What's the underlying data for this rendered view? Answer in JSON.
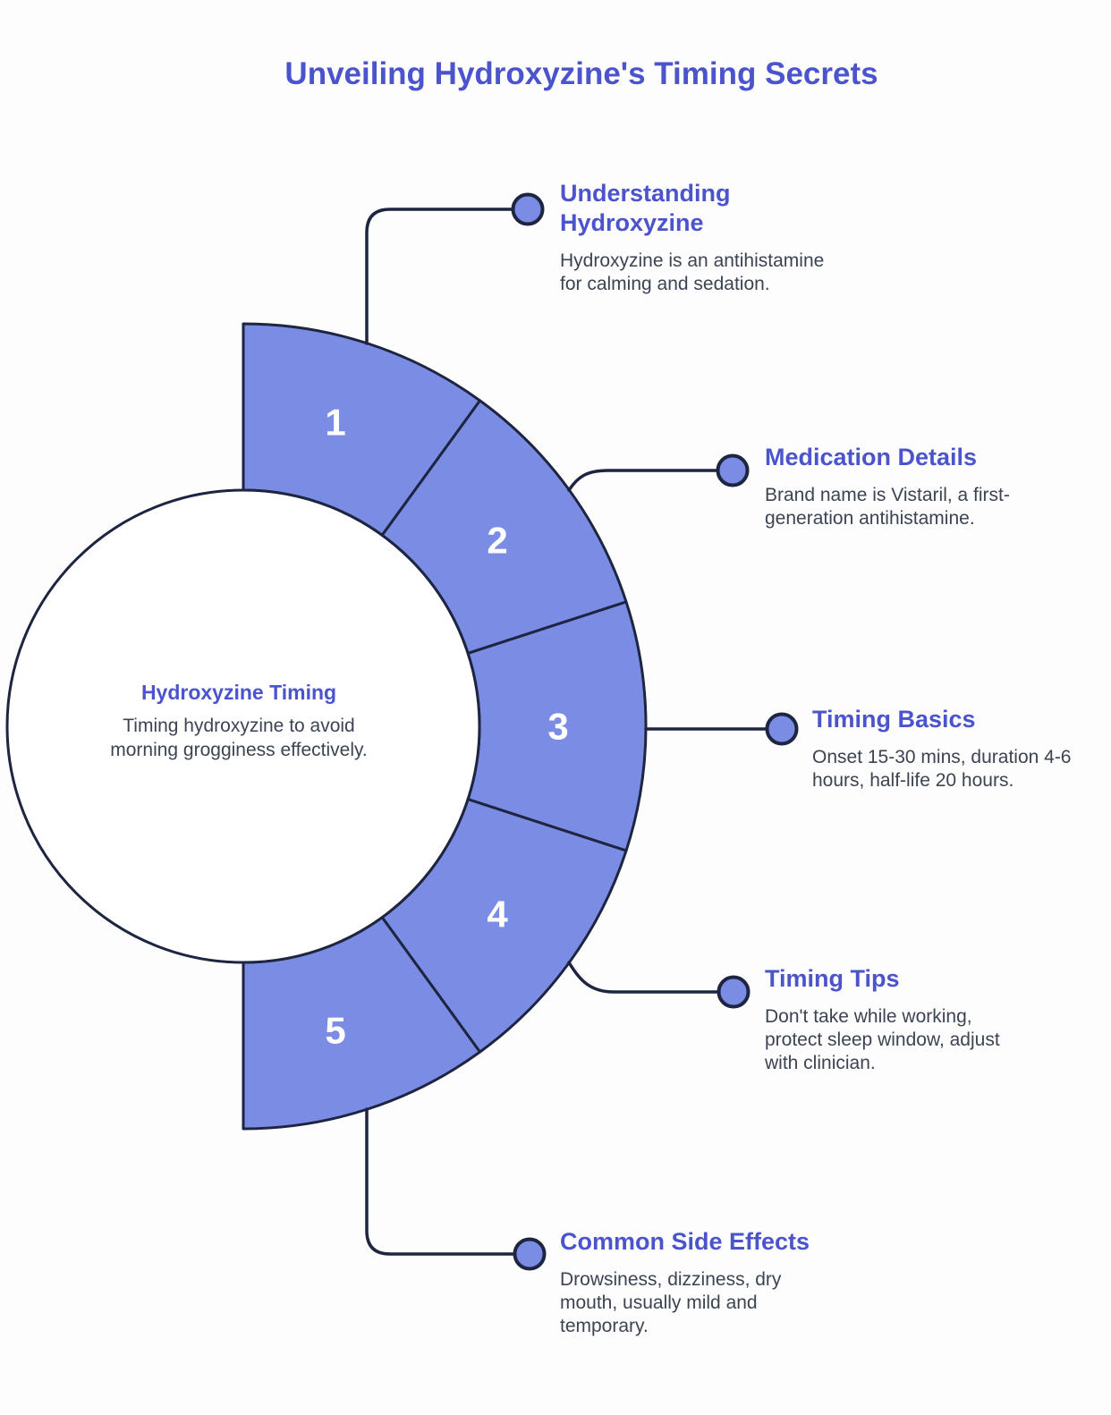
{
  "title": "Unveiling Hydroxyzine's Timing Secrets",
  "center": {
    "heading": "Hydroxyzine Timing",
    "body": "Timing hydroxyzine to avoid morning grogginess effectively."
  },
  "sections": [
    {
      "number": "1",
      "heading": "Understanding Hydroxyzine",
      "body": "Hydroxyzine is an antihistamine for calming and sedation."
    },
    {
      "number": "2",
      "heading": "Medication Details",
      "body": "Brand name is Vistaril, a first-generation antihistamine."
    },
    {
      "number": "3",
      "heading": "Timing Basics",
      "body": "Onset 15-30 mins, duration 4-6 hours, half-life 20 hours."
    },
    {
      "number": "4",
      "heading": "Timing Tips",
      "body": "Don't take while working, protect sleep window, adjust with clinician."
    },
    {
      "number": "5",
      "heading": "Common Side Effects",
      "body": "Drowsiness, dizziness, dry mouth, usually mild and temporary."
    }
  ],
  "colors": {
    "accent": "#4b53cd",
    "segment_fill": "#7b8ce5",
    "node_fill": "#7b8ce5",
    "outline": "#1d2540",
    "number_text": "#ffffff",
    "body_text": "#3c4452",
    "background": "#fdfdfd"
  }
}
